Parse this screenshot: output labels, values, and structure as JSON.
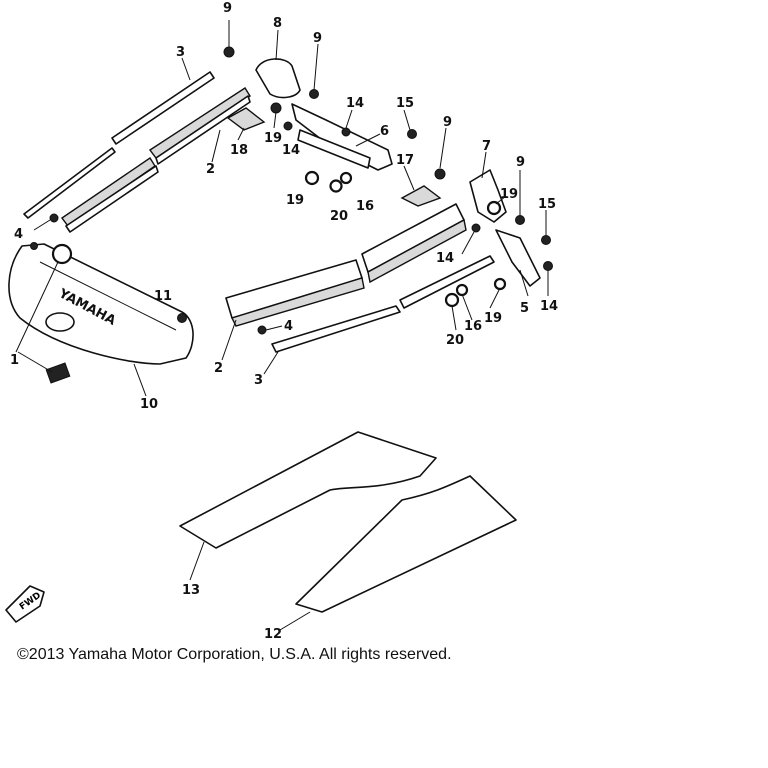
{
  "diagram": {
    "brand_mark": "YAMAHA",
    "direction_mark": "FWD",
    "copyright": "©2013 Yamaha Motor Corporation, U.S.A. All rights reserved.",
    "callouts": {
      "c9a": "9",
      "c8": "8",
      "c9b": "9",
      "c3a": "3",
      "c14a": "14",
      "c15a": "15",
      "c18": "18",
      "c19a": "19",
      "c14b": "14",
      "c6": "6",
      "c2a": "2",
      "c9c": "9",
      "c7": "7",
      "c9d": "9",
      "c17": "17",
      "c19b": "19",
      "c20a": "20",
      "c16a": "16",
      "c19c": "19",
      "c15b": "15",
      "c4a": "4",
      "c14c": "14",
      "c11": "11",
      "c5": "5",
      "c14d": "14",
      "c16b": "16",
      "c19d": "19",
      "c20b": "20",
      "c4b": "4",
      "c1": "1",
      "c2b": "2",
      "c3b": "3",
      "c10": "10",
      "c13": "13",
      "c12": "12"
    }
  }
}
